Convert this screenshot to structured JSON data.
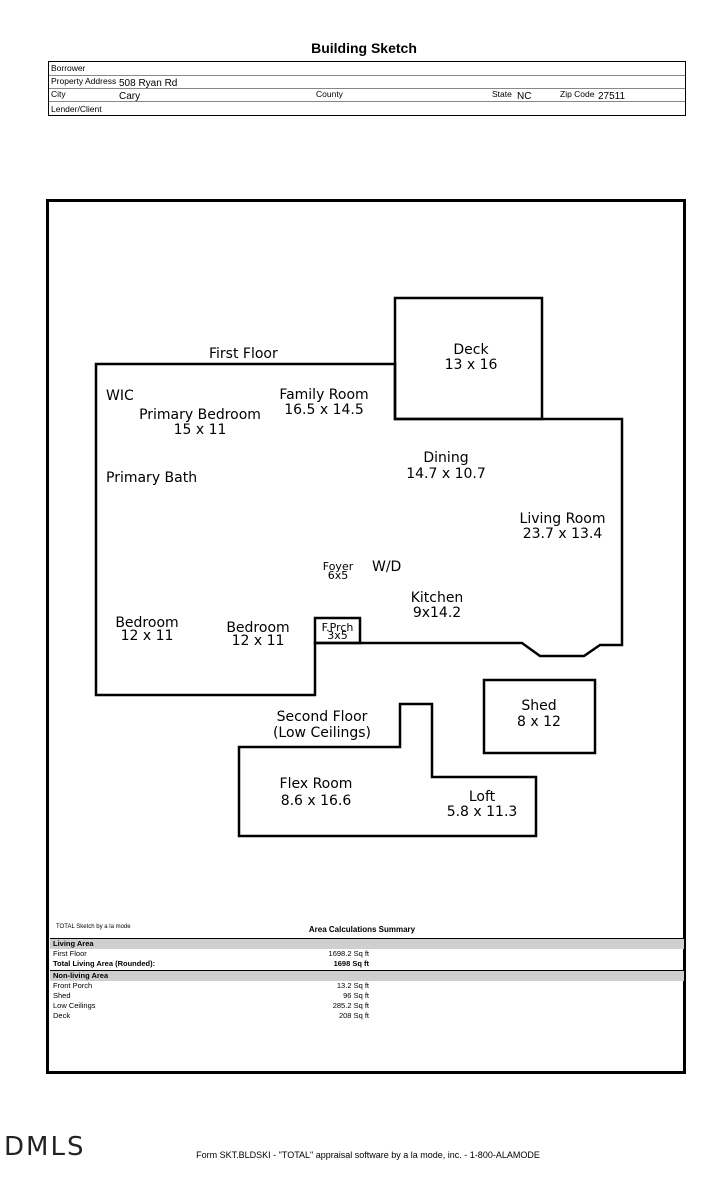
{
  "title": "Building Sketch",
  "header": {
    "borrower_label": "Borrower",
    "borrower": "",
    "address_label": "Property Address",
    "address": "508 Ryan Rd",
    "city_label": "City",
    "city": "Cary",
    "county_label": "County",
    "county": "",
    "state_label": "State",
    "state": "NC",
    "zip_label": "Zip Code",
    "zip": "27511",
    "lender_label": "Lender/Client",
    "lender": ""
  },
  "sketch": {
    "first_floor": "First Floor",
    "deck": "Deck",
    "deck_dim": "13 x 16",
    "wic": "WIC",
    "family_room": "Family Room",
    "family_room_dim": "16.5 x 14.5",
    "primary_bedroom": "Primary Bedroom",
    "primary_bedroom_dim": "15 x 11",
    "dining": "Dining",
    "dining_dim": "14.7 x 10.7",
    "primary_bath": "Primary Bath",
    "living_room": "Living Room",
    "living_room_dim": "23.7 x 13.4",
    "foyer": "Foyer",
    "foyer_dim": "6x5",
    "wd": "W/D",
    "kitchen": "Kitchen",
    "kitchen_dim": "9x14.2",
    "bedroom1": "Bedroom",
    "bedroom1_dim": "12 x 11",
    "bedroom2": "Bedroom",
    "bedroom2_dim": "12 x 11",
    "fprch": "F.Prch",
    "fprch_dim": "3x5",
    "shed": "Shed",
    "shed_dim": "8 x 12",
    "second_floor": "Second Floor",
    "low_ceilings": "(Low Ceilings)",
    "flex_room": "Flex Room",
    "flex_room_dim": "8.6 x 16.6",
    "loft": "Loft",
    "loft_dim": "5.8 x 11.3"
  },
  "summary": {
    "brand": "TOTAL Sketch by a la mode",
    "title": "Area Calculations Summary",
    "living_header": "Living Area",
    "living_rows": [
      {
        "name": "First Floor",
        "value": "1698.2 Sq ft"
      }
    ],
    "total_label": "Total Living Area (Rounded):",
    "total_value": "1698 Sq ft",
    "nonliving_header": "Non-living Area",
    "nonliving_rows": [
      {
        "name": "Front Porch",
        "value": "13.2 Sq ft"
      },
      {
        "name": "Shed",
        "value": "96 Sq ft"
      },
      {
        "name": "Low Ceilings",
        "value": "285.2 Sq ft"
      },
      {
        "name": "Deck",
        "value": "208 Sq ft"
      }
    ]
  },
  "logo": "DMLS",
  "footer": "Form SKT.BLDSKI - \"TOTAL\" appraisal software by a la mode, inc. - 1-800-ALAMODE"
}
